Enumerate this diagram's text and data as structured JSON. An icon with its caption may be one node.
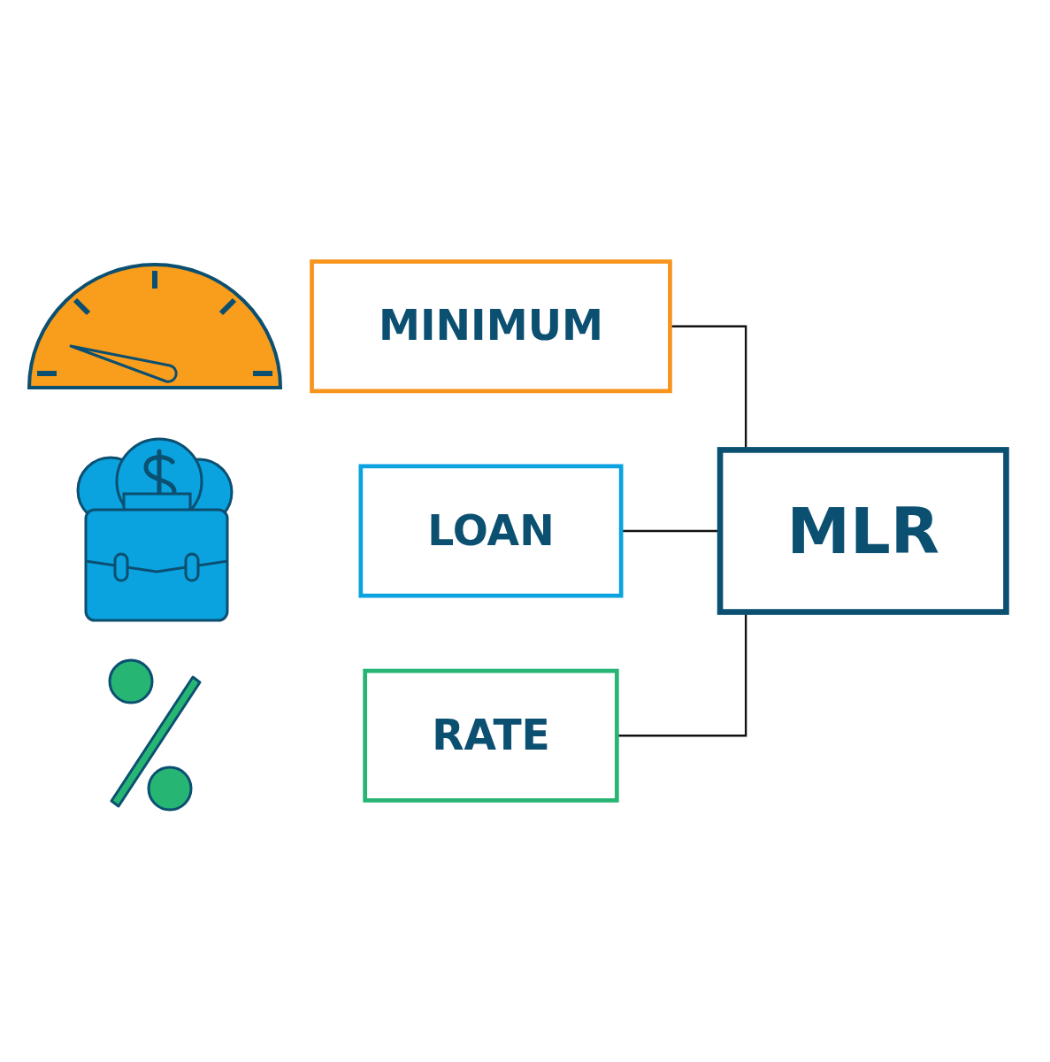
{
  "diagram": {
    "nodes": [
      {
        "text": [
          "MLR"
        ]
      },
      {
        "text": [
          "MINIMUM"
        ]
      },
      {
        "text": [
          "LOAN"
        ]
      },
      {
        "text": [
          "RATE"
        ]
      }
    ],
    "edges": [
      {
        "from": 0,
        "to": 1,
        "arrow": "none"
      },
      {
        "from": 0,
        "to": 2,
        "arrow": "none"
      },
      {
        "from": 0,
        "to": 3,
        "arrow": "none"
      }
    ]
  }
}
